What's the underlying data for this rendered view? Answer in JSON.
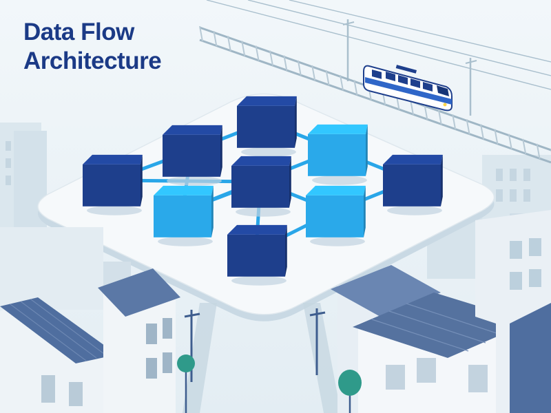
{
  "header": {
    "title_line1": "Data Flow",
    "title_line2": "Architecture"
  },
  "colors": {
    "background": "#eaf2f7",
    "title": "#1b3a86",
    "node_dark": "#1e3f8c",
    "node_light": "#2aa9ea",
    "connector": "#29a6e8",
    "platform": "#f4f8fb",
    "building_roof": "#5b78a6",
    "building_wall": "#eef3f7",
    "tree": "#2f9a8a"
  },
  "diagram": {
    "nodes": [
      {
        "id": "n1",
        "variant": "dark"
      },
      {
        "id": "n2",
        "variant": "dark"
      },
      {
        "id": "n3",
        "variant": "dark"
      },
      {
        "id": "n4",
        "variant": "light"
      },
      {
        "id": "n5",
        "variant": "dark"
      },
      {
        "id": "n6",
        "variant": "light"
      },
      {
        "id": "n7",
        "variant": "dark"
      },
      {
        "id": "n8",
        "variant": "light"
      },
      {
        "id": "n9",
        "variant": "dark"
      }
    ],
    "edges": [
      [
        "n1",
        "n2"
      ],
      [
        "n2",
        "n3"
      ],
      [
        "n3",
        "n4"
      ],
      [
        "n4",
        "n5"
      ],
      [
        "n2",
        "n6"
      ],
      [
        "n6",
        "n4"
      ],
      [
        "n6",
        "n7"
      ],
      [
        "n7",
        "n8"
      ],
      [
        "n8",
        "n5"
      ],
      [
        "n1",
        "n7"
      ],
      [
        "n7",
        "n9"
      ],
      [
        "n9",
        "n8"
      ]
    ]
  },
  "scene": {
    "icons": [
      "train-icon",
      "power-line-icon",
      "building-icon",
      "tree-icon",
      "street-lamp-icon"
    ]
  }
}
